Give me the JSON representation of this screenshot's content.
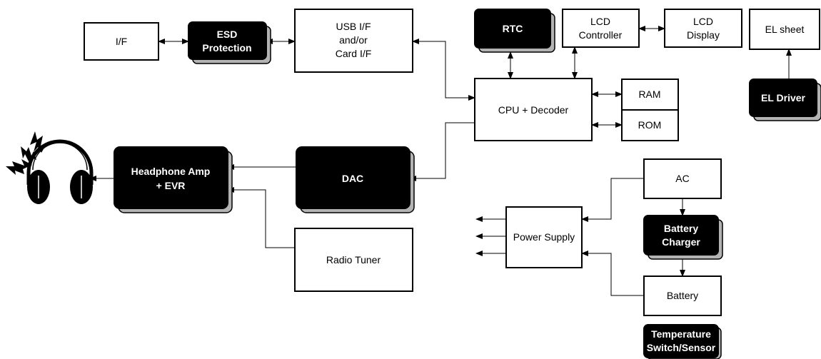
{
  "blocks": {
    "if": {
      "label": "I/F"
    },
    "esd": {
      "line1": "ESD",
      "line2": "Protection"
    },
    "usb": {
      "line1": "USB I/F",
      "line2": "and/or",
      "line3": "Card I/F"
    },
    "rtc": {
      "label": "RTC"
    },
    "lcd_ctrl": {
      "line1": "LCD",
      "line2": "Controller"
    },
    "lcd_disp": {
      "line1": "LCD",
      "line2": "Display"
    },
    "el_sheet": {
      "label": "EL sheet"
    },
    "el_driver": {
      "label": "EL Driver"
    },
    "cpu": {
      "label": "CPU + Decoder"
    },
    "ram": {
      "label": "RAM"
    },
    "rom": {
      "label": "ROM"
    },
    "hp_amp": {
      "line1": "Headphone Amp",
      "line2": "+ EVR"
    },
    "dac": {
      "label": "DAC"
    },
    "radio": {
      "label": "Radio Tuner"
    },
    "ac": {
      "label": "AC"
    },
    "charger": {
      "line1": "Battery",
      "line2": "Charger"
    },
    "power": {
      "label": "Power Supply"
    },
    "battery": {
      "label": "Battery"
    },
    "temp": {
      "line1": "Temperature",
      "line2": "Switch/Sensor"
    }
  },
  "colors": {
    "dark_block": "#000000",
    "light_block": "#ffffff",
    "shadow": "#b3b3b3",
    "line": "#000000"
  },
  "icons": {
    "output_device": "headphones-icon",
    "sound": "sound-waves-icon"
  }
}
